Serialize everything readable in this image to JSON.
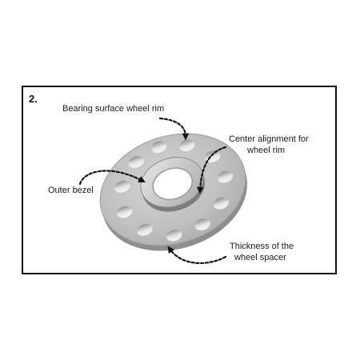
{
  "figure": {
    "number": "2."
  },
  "labels": {
    "bearing_surface": "Bearing surface wheel rim",
    "center_alignment_line1": "Center alignment for",
    "center_alignment_line2": "wheel rim",
    "outer_bezel": "Outer bezel",
    "thickness_line1": "Thickness of the",
    "thickness_line2": "wheel spacer"
  },
  "colors": {
    "frame_border": "#111111",
    "spacer_face": "#bdbdbd",
    "spacer_edge": "#9a9a9a",
    "hole": "#ededed",
    "leader": "#111111"
  }
}
